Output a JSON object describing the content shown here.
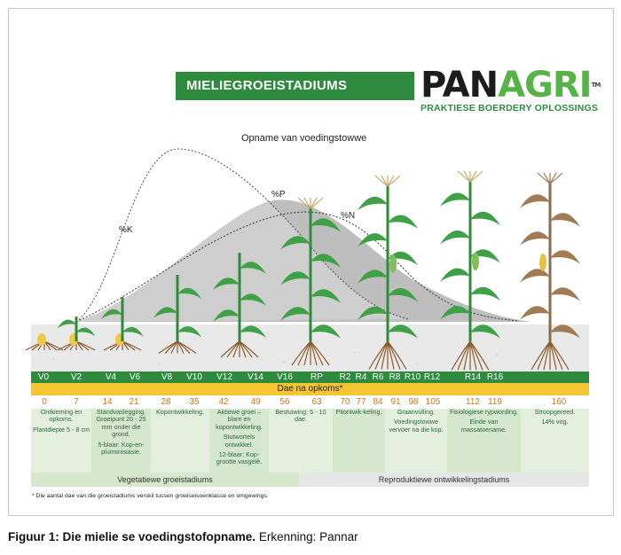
{
  "banner_title": "MIELIEGROEISTADIUMS",
  "logo": {
    "word_pan": "PAN",
    "word_agri": "AGRI",
    "tm": "TM",
    "tagline": "PRAKTIESE BOERDERY OPLOSSINGS"
  },
  "colors": {
    "green": "#2e8b3e",
    "light_green": "#56b446",
    "yellow": "#f6c532",
    "info_green": "#d5e7cc",
    "ground": "#e9e9e9"
  },
  "chart_title": "Opname van voedingstowwe",
  "curves": {
    "k": "%K",
    "p": "%P",
    "n": "%N"
  },
  "stages": [
    "V0",
    "V2",
    "V4",
    "V6",
    "V8",
    "V10",
    "V12",
    "V14",
    "V16",
    "RP",
    "R2",
    "R4",
    "R6",
    "R8",
    "R10",
    "R12",
    "R14",
    "R16"
  ],
  "days_title": "Dae na opkoms*",
  "days": [
    "0",
    "7",
    "14",
    "21",
    "28",
    "35",
    "42",
    "49",
    "56",
    "63",
    "70",
    "77",
    "84",
    "91",
    "98",
    "105",
    "112",
    "119",
    "160"
  ],
  "info": [
    {
      "lines": [
        "Ontkieming en opkoms.",
        "Plantdiepte 5 - 8 cm"
      ]
    },
    {
      "lines": [
        "Standvaslegging. Groeipunt 20 - 25 mm onder die grond.",
        "5-blaar: Kop-en-pluiminisiasie."
      ]
    },
    {
      "lines": [
        "Kopontwikkeling."
      ]
    },
    {
      "lines": [
        "Aktiewe groei – blare en kopontwikkeling.",
        "Stutwortels ontwikkel.",
        "12-blaar: Kop-grootte vasgelê."
      ]
    },
    {
      "lines": [
        "Bestuiwing: 5 - 10 dae."
      ]
    },
    {
      "lines": [
        "Pitontwik-keling."
      ]
    },
    {
      "lines": [
        "Graanvulling.",
        "Voedingstowwe vervoer na die kop."
      ]
    },
    {
      "lines": [
        "Fisiologiese rypwording.",
        "Einde van massatoename."
      ]
    },
    {
      "lines": [
        "Stroopgereed.",
        "14% vog."
      ]
    }
  ],
  "phases": {
    "vegetative": "Vegetatiewe groeistadiums",
    "reproductive": "Reproduktiewe ontwikkelingstadiums"
  },
  "footnote": "* Die aantal dae van die groeistadiums verskil tussen groeiseisoenklasse en omgewings.",
  "caption": {
    "bold": "Figuur 1: Die mielie se voedingstofopname.",
    "rest": " Erkenning: Pannar"
  }
}
